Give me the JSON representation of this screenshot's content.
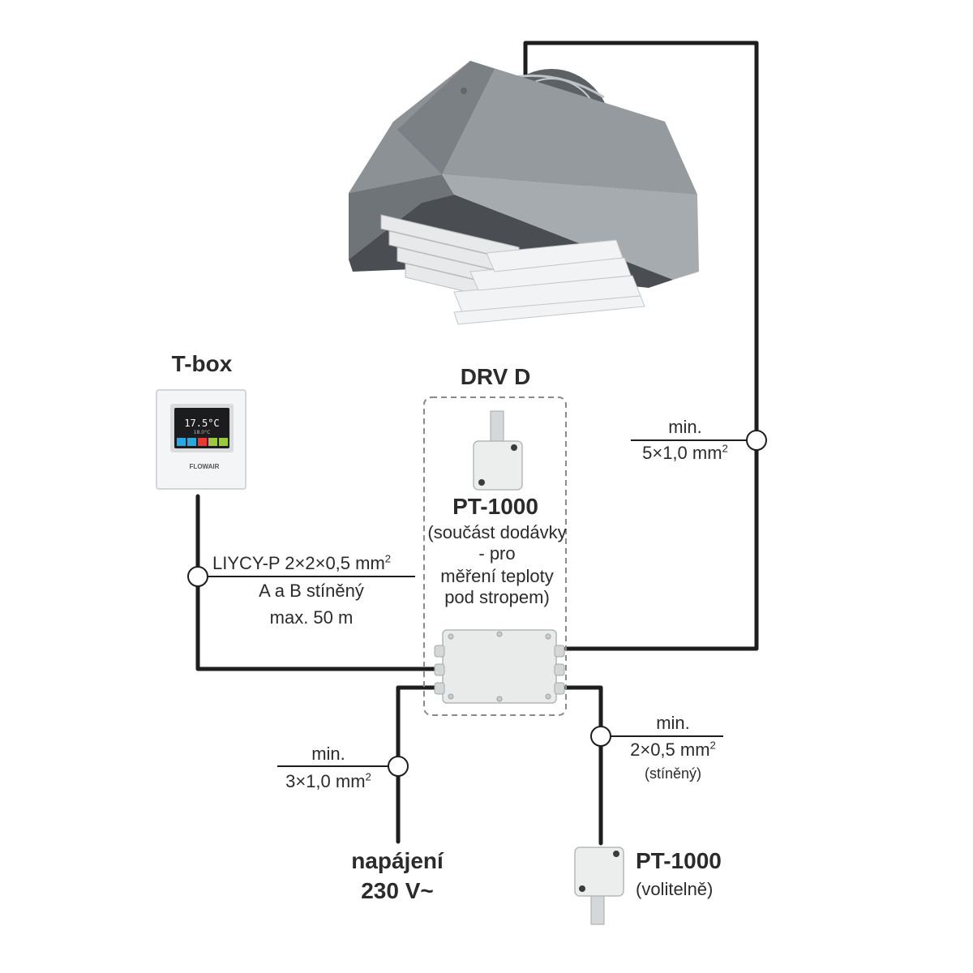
{
  "tbox": {
    "title": "T-box",
    "display_temp": "17.5°C",
    "display_sub": "18.0°C",
    "brand": "FLOWAIR"
  },
  "drv": {
    "title": "DRV D"
  },
  "sensor_internal": {
    "name": "PT-1000",
    "desc_line1": "(součást dodávky",
    "desc_line2": "- pro",
    "desc_line3": "měření teploty",
    "desc_line4": "pod stropem)"
  },
  "cable_tbox": {
    "line1_text": "LIYCY-P 2×2×0,5 mm",
    "line1_sup": "2",
    "line2": "A a B stíněný",
    "line3": "max. 50 m"
  },
  "cable_heater": {
    "line1": "min.",
    "line2_text": "5×1,0 mm",
    "line2_sup": "2"
  },
  "cable_power": {
    "line1": "min.",
    "line2_text": "3×1,0 mm",
    "line2_sup": "2"
  },
  "cable_sensor": {
    "line1": "min.",
    "line2_text": "2×0,5 mm",
    "line2_sup": "2",
    "line3": "(stíněný)"
  },
  "power": {
    "line1": "napájení",
    "line2": "230 V~"
  },
  "sensor_optional": {
    "name": "PT-1000",
    "note": "(volitelně)"
  },
  "colors": {
    "wire": "#1e1e1e",
    "heater_body": "#8c9196",
    "heater_dark": "#6f7479",
    "heater_light": "#a6abb0",
    "box_fill": "#e9ebea",
    "dashed": "#8a8a8a"
  }
}
